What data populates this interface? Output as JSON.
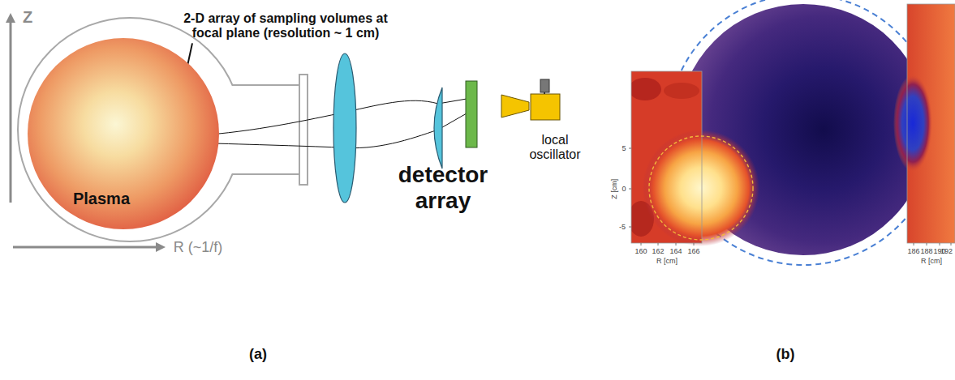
{
  "diagram": {
    "nodes": [
      {
        "text": [
          "Plasma"
        ]
      }
    ],
    "labels": [
      "2-D array of sampling volumes at focal plane (resolution ~ 1 cm)",
      "Z",
      "R (~1/f)",
      "detector array",
      "local oscillator",
      "(a)",
      "(b)",
      "5",
      "0",
      "-5",
      "Z [cm]",
      "160",
      "162",
      "164",
      "166",
      "R [cm]",
      "186",
      "188",
      "190",
      "192",
      "R [cm]"
    ]
  }
}
